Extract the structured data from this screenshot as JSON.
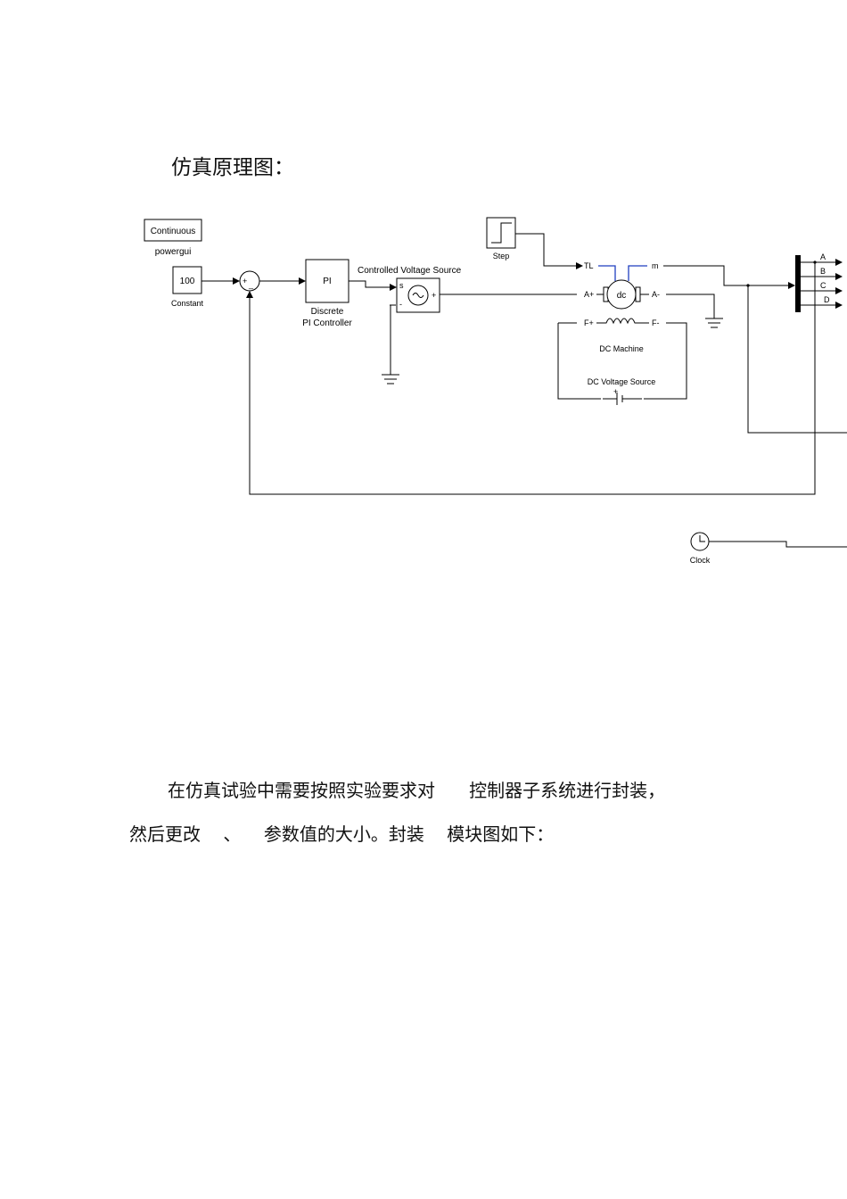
{
  "heading": "仿真原理图：",
  "paragraph_1": "在仿真试验中需要按照实验要求对      控制器子系统进行封装，",
  "paragraph_2": "然后更改    、    参数值的大小。封装    模块图如下：",
  "diagram": {
    "powergui": {
      "block_text": "Continuous",
      "label": "powergui"
    },
    "constant": {
      "value": "100",
      "label": "Constant"
    },
    "sum": {
      "plus": "+",
      "minus": "_"
    },
    "pi": {
      "block_text": "PI",
      "label_line1": "Discrete",
      "label_line2": "PI Controller"
    },
    "cvs": {
      "label": "Controlled Voltage Source",
      "port_s": "s",
      "port_plus": "+",
      "port_minus": "-"
    },
    "step": {
      "label": "Step"
    },
    "dc_machine": {
      "label": "DC Machine",
      "center": "dc",
      "port_tl": "TL",
      "port_m": "m",
      "port_a_plus": "A+",
      "port_a_minus": "A-",
      "port_f_plus": "F+",
      "port_f_minus": "F-"
    },
    "dc_voltage_source": {
      "label": "DC Voltage Source",
      "plus": "+"
    },
    "demux": {
      "outputs": [
        "A",
        "B",
        "C",
        "D"
      ]
    },
    "clock": {
      "label": "Clock"
    }
  }
}
